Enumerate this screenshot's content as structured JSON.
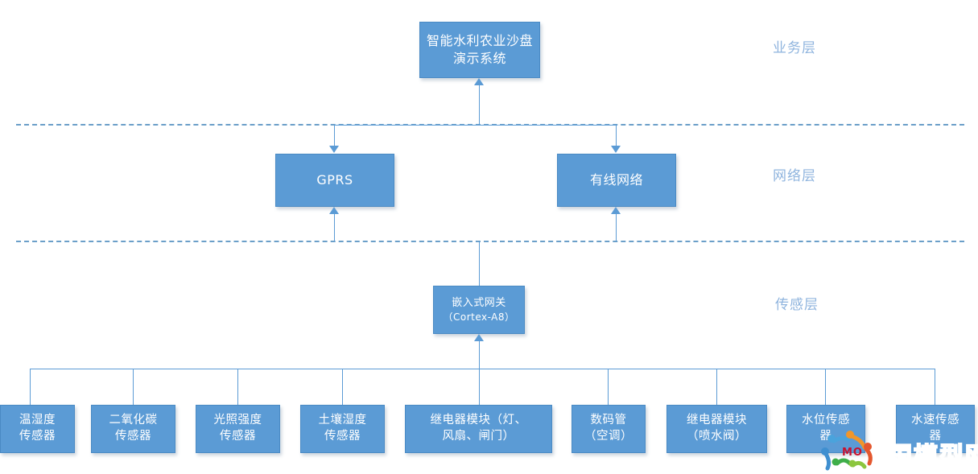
{
  "diagram": {
    "title_top": "智能水利农业沙盘演示系统",
    "layers": [
      {
        "name": "business",
        "label": "业务层"
      },
      {
        "name": "network",
        "label": "网络层"
      },
      {
        "name": "sensing",
        "label": "传感层"
      }
    ],
    "network_nodes": [
      {
        "label": "GPRS"
      },
      {
        "label": "有线网络"
      }
    ],
    "gateway": {
      "label": "嵌入式网关",
      "sublabel": "（Cortex-A8）"
    },
    "sensors": [
      {
        "line1": "温湿度",
        "line2": "传感器"
      },
      {
        "line1": "二氧化碳",
        "line2": "传感器"
      },
      {
        "line1": "光照强度",
        "line2": "传感器"
      },
      {
        "line1": "土壤湿度",
        "line2": "传感器"
      },
      {
        "line1": "继电器模块（灯、",
        "line2": "风扇、闸门）"
      },
      {
        "line1": "数码管",
        "line2": "（空调）"
      },
      {
        "line1": "继电器模块",
        "line2": "（喷水阀）"
      },
      {
        "line1": "水位传感",
        "line2": "器"
      },
      {
        "line1": "水速传感",
        "line2": "器"
      }
    ],
    "watermark": {
      "text": "国模型网",
      "mark": "MO"
    },
    "colors": {
      "node_fill": "#5b9bd5",
      "node_border": "#4a8ac4",
      "connector": "#5b9bd5",
      "divider": "#6b9fc9",
      "layer_label": "#8fb4de",
      "node_text": "#ffffff",
      "background": "#ffffff"
    }
  }
}
